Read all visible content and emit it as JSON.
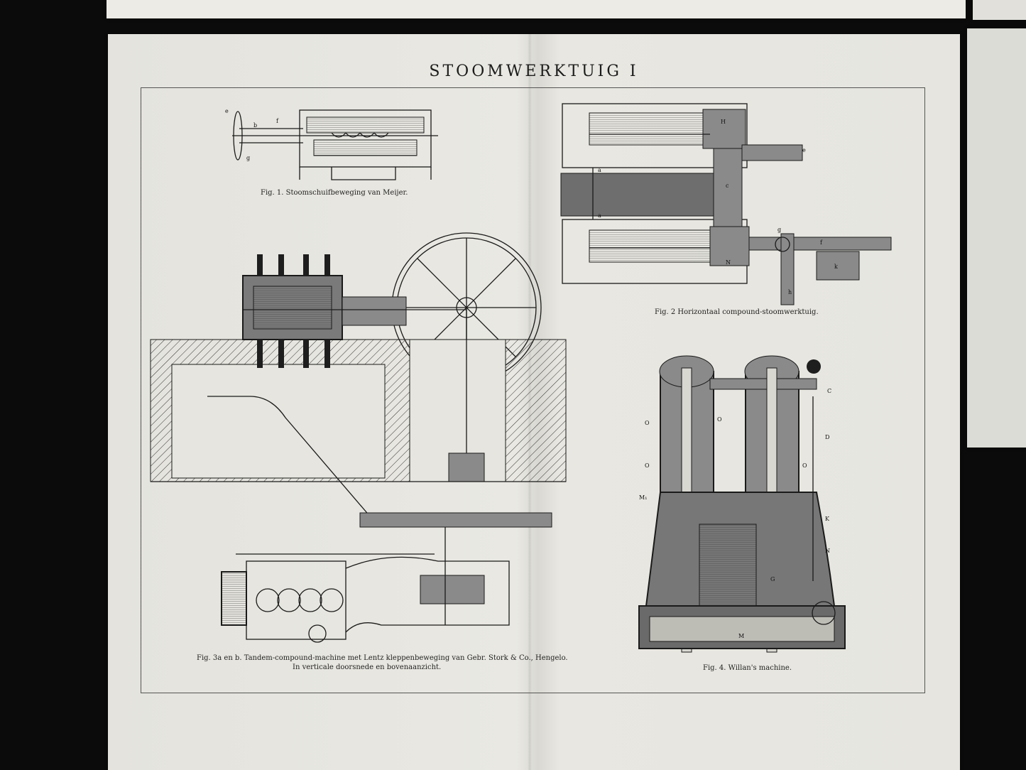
{
  "plate": {
    "title": "STOOMWERKTUIG I"
  },
  "figures": [
    {
      "id": "fig1",
      "caption": "Fig. 1. Stoomschuifbeweging van Meijer."
    },
    {
      "id": "fig2",
      "caption": "Fig. 2 Horizontaal compound-stoomwerktuig."
    },
    {
      "id": "fig3",
      "caption": "Fig. 3a en b. Tandem-compound-machine met Lentz kleppenbeweging van Gebr. Stork & Co., Hengelo.",
      "subcaption": "In verticale doorsnede en bovenaanzicht."
    },
    {
      "id": "fig4",
      "caption": "Fig. 4. Willan's machine."
    }
  ],
  "fig1_labels": [
    "e",
    "b",
    "f",
    "g"
  ],
  "fig2_labels": [
    "H",
    "e",
    "a",
    "a",
    "c",
    "g",
    "f",
    "N",
    "k",
    "h"
  ],
  "fig4_labels": [
    "C",
    "O",
    "O",
    "O",
    "O",
    "D",
    "K",
    "N",
    "M",
    "M₁",
    "G"
  ]
}
